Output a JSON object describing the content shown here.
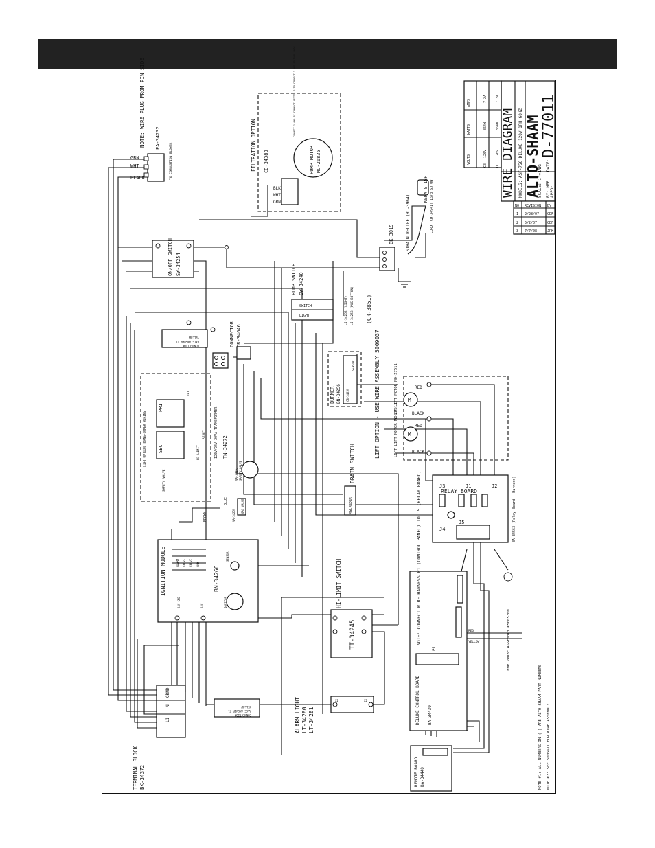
{
  "title_block": {
    "title": "WIRE DIAGRAM",
    "brand": "ALTO-SHAAM",
    "model": "MODELS: ASF-75G DELUXE 120V 1PH 60HZ",
    "drawn_by": "BY: MFB",
    "scale": "SCALE: 1\"=1\"",
    "dwg_label": "DWG:",
    "drawing_number": "D-77011",
    "date_label": "DATE:",
    "appd_label": "APPD:",
    "electrical_table": {
      "headers": [
        "VOLTS",
        "WATTS",
        "AMPS"
      ],
      "rows": [
        {
          "label": "UL",
          "volts": "120V",
          "watts": "864W",
          "amps": "7.2A"
        },
        {
          "label": "CE",
          "volts": "120V",
          "watts": "864W",
          "amps": "7.2A"
        }
      ]
    },
    "revisions": {
      "headers": [
        "NO.",
        "REVISION",
        "BY"
      ],
      "rows": [
        {
          "no": "1",
          "date": "2/28/07",
          "by": "CDF"
        },
        {
          "no": "2",
          "date": "5/2/07",
          "by": "CDF"
        },
        {
          "no": "3",
          "date": "7/7/08",
          "by": "JPK"
        }
      ]
    }
  },
  "components": {
    "fa": {
      "title": "FA-34232",
      "sub": "TO COMBUSTION BLOWER"
    },
    "note_plug": "NOTE: WIRE PLUG FROM PIN SIDE",
    "wires_top": [
      "GRN",
      "WHT",
      "BLACK"
    ],
    "filtration": {
      "title": "FILTRATION OPTION",
      "part": "CD-34380",
      "motor": "PUMP MOTOR",
      "motor_part": "MO-26835",
      "wires": [
        "BLK",
        "WHT",
        "GRN"
      ],
      "note": "CONNECT 1 AND PI CONNECT LETTER 2 TO CONNECT 3 AND P3 TAPE ENDS"
    },
    "onoff": {
      "title": "ON/OFF SWITCH",
      "part": "SW-34254"
    },
    "pump_switch": {
      "title": "PUMP SWITCH",
      "part": "SW-34240",
      "labels": [
        "SWITCH",
        "LIGHT"
      ],
      "notes": [
        "LI-34252 (LIGHT)",
        "LI-34253 (PUSHBUTTON)"
      ],
      "ref": "(CR-3851)"
    },
    "bk3019": {
      "part": "BK-3019",
      "strain": "STRAIN RELIEF (RL-3964)",
      "cord": "CORD (CD-34941) 16/3 SJTOW",
      "nema": "NEMA 5-15P"
    },
    "connector": {
      "title": "CONNECTOR",
      "part": "CR-34646"
    },
    "transformer_top": {
      "lines": [
        "YELLOW",
        "RACE ANSWER T1",
        "CONNECTION"
      ]
    },
    "lift_transformer": {
      "title": "LIFT OPTION TRANSFORMER WIRING",
      "pri": "PRI",
      "sec": "SEC",
      "part": "TN-34272",
      "rating": "120V/24V 20VA TRANSFORMER",
      "labels": [
        "SAFETY VALVE",
        "LIFT",
        "HI-LIMIT",
        "RESET"
      ]
    },
    "safety_valve": {
      "part": "VA-34251",
      "label": "SAFETY VALVE"
    },
    "burner": {
      "title": "BURNER",
      "part": "BN-34256",
      "labels": [
        "CB-34259",
        "SENSOR"
      ]
    },
    "lift_option": {
      "title": "LIFT OPTION - USE WIRE ASSEMBLY 5009037",
      "right": "RIGHT LIFT MOTOR MO-27511",
      "left": "LEFT LIFT MOTOR MO-27511",
      "wires": [
        "RED",
        "BLACK",
        "RED",
        "BLACK"
      ]
    },
    "drain": {
      "title": "DRAIN SWITCH",
      "part": "SW-34246"
    },
    "relay": {
      "title": "RELAY BOARD",
      "part": "BA-34563 (Relay Board + Harness)",
      "jacks": [
        "J3",
        "J1",
        "J2",
        "J4",
        "J5"
      ]
    },
    "gas_valve": {
      "title": "GAS VALVE",
      "part": "VA-34259",
      "wire": "BROWN",
      "wire2": "BLUE"
    },
    "ignition": {
      "title": "IGNITION MODULE",
      "part": "BN-34266",
      "labels": [
        "ALARM",
        "VALVE",
        "VALVE",
        "GND",
        "SENSOR",
        "IGNITOR",
        "24V",
        "24V GND"
      ]
    },
    "hilimit": {
      "title": "HI-LIMIT SWITCH",
      "part": "TT-34245"
    },
    "note_connect": "NOTE: CONNECT WIRE HARNESS P1 (CONTROL PANEL) TO J5 (RELAY BOARD)",
    "control_board": {
      "title": "DELUXE CONTROL BOARD",
      "part": "BA-34439",
      "p1": "P1"
    },
    "temp_probe": {
      "label": "TEMP PROBE ASSEMBLY #5005200",
      "wires": [
        "RED",
        "YELLOW"
      ]
    },
    "alarm": {
      "title": "ALARM LIGHT",
      "parts": [
        "LT-34280",
        "LT-34281"
      ],
      "labels": [
        "X1",
        "X2"
      ]
    },
    "terminal_block": {
      "title": "TERMINAL BLOCK",
      "part": "BK-34372",
      "labels": [
        "L1",
        "N",
        "GRND"
      ]
    },
    "transformer_bottom": {
      "lines": [
        "YELLOW",
        "RACE ANSWER T1",
        "CONNECTION"
      ]
    },
    "remote": {
      "title": "REMOTE BOARD",
      "part": "BA-34440"
    },
    "notes": [
      "NOTE #1: ALL NUMBERS IN ( ) ARE ALTO-SHAAM PART NUMBERS",
      "NOTE #2: SEE 5006611 FOR WIRE ASSEMBLY"
    ]
  }
}
